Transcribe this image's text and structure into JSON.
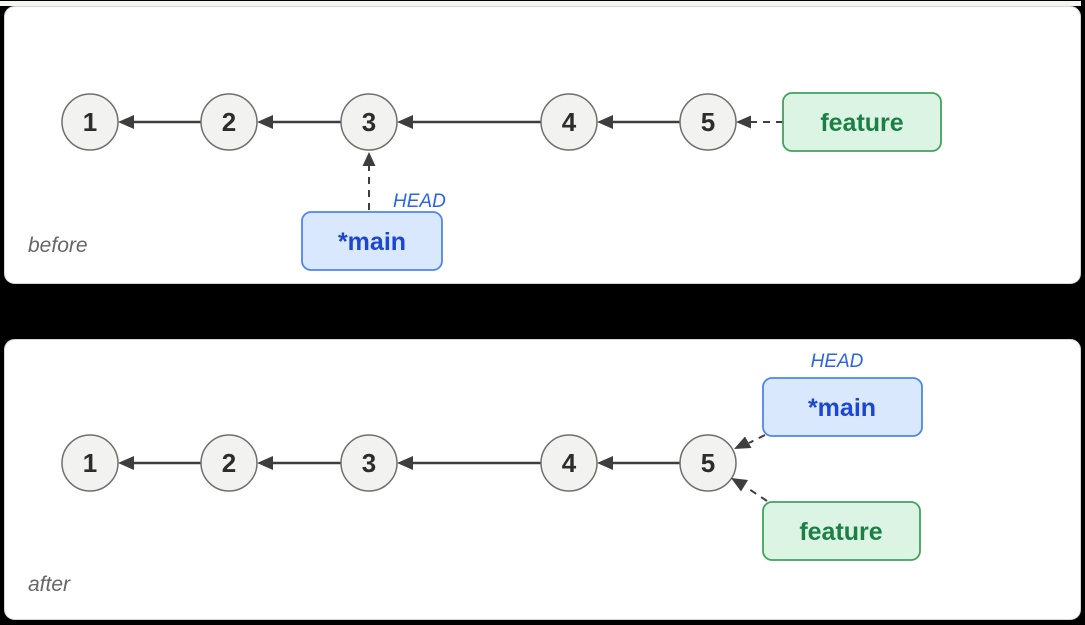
{
  "colors": {
    "page_background": "#000000",
    "panel_background": "#ffffff",
    "panel_border": "#d6d6d6",
    "commit_fill": "#f2f2f0",
    "commit_border": "#6f6f6f",
    "commit_text": "#2d2d2d",
    "edge": "#3e3e3e",
    "main_box_fill": "#d9e8fc",
    "main_box_border": "#4e86ec",
    "main_text": "#1b46d2",
    "head_text": "#2c64e8",
    "feature_box_fill": "#dcf4e4",
    "feature_box_border": "#3fa45c",
    "feature_text": "#1c8045",
    "caption_text": "#666666"
  },
  "panels": [
    {
      "caption": "before",
      "commits": [
        "1",
        "2",
        "3",
        "4",
        "5"
      ],
      "head": {
        "label": "HEAD",
        "attached_to": "*main"
      },
      "main_branch": {
        "label": "*main",
        "points_to_commit": "3"
      },
      "feature_branch": {
        "label": "feature",
        "points_to_commit": "5"
      }
    },
    {
      "caption": "after",
      "commits": [
        "1",
        "2",
        "3",
        "4",
        "5"
      ],
      "head": {
        "label": "HEAD",
        "attached_to": "*main"
      },
      "main_branch": {
        "label": "*main",
        "points_to_commit": "5"
      },
      "feature_branch": {
        "label": "feature",
        "points_to_commit": "5"
      }
    }
  ]
}
